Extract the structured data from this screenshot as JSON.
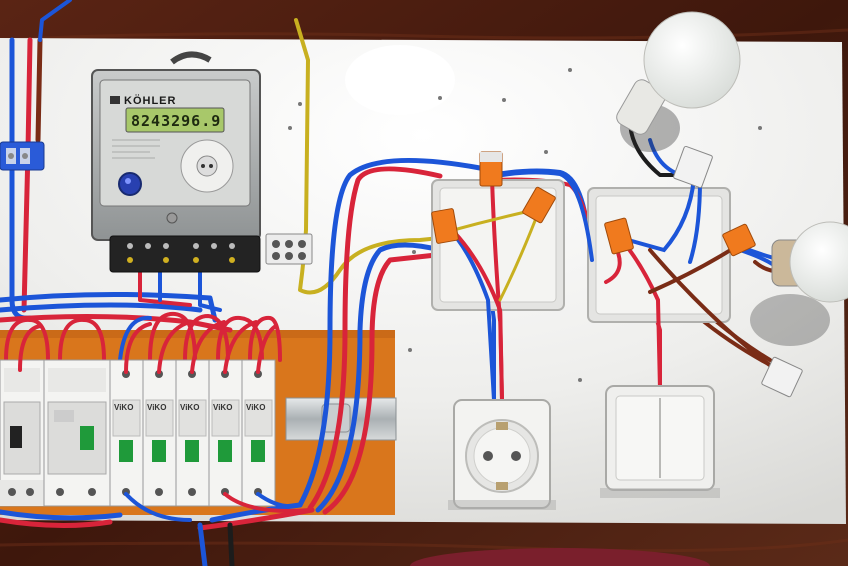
{
  "meter": {
    "brand": "KÖHLER",
    "reading": "8243296.9"
  },
  "breakers": {
    "brand": "ViKO",
    "labels": [
      "ViKO",
      "ViKO",
      "ViKO",
      "ViKO",
      "ViKO"
    ]
  },
  "colors": {
    "table_wood": "#4a1f12",
    "board": "#f2f2f0",
    "wire_blue": "#1c55d8",
    "wire_red": "#d8243a",
    "wire_yellow_green": "#c8b020",
    "wire_brown": "#5a2a18",
    "connector_orange": "#f07a1e",
    "din_panel": "#d9761c"
  },
  "icons": [
    "electric-meter-icon",
    "light-bulb-icon",
    "power-socket-icon",
    "double-switch-icon",
    "junction-box-icon",
    "circuit-breaker-icon"
  ]
}
